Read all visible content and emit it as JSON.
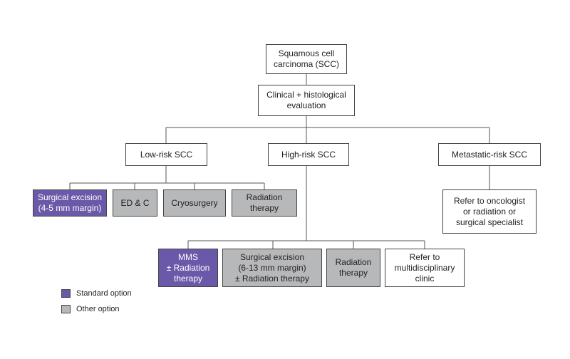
{
  "nodes": {
    "scc": "Squamous cell\ncarcinoma (SCC)",
    "evaluation": "Clinical + histological\nevaluation",
    "low_risk": "Low-risk SCC",
    "high_risk": "High-risk SCC",
    "metastatic_risk": "Metastatic-risk SCC",
    "low_surgical_excision": "Surgical excision\n(4-5 mm margin)",
    "low_edc": "ED & C",
    "low_cryosurgery": "Cryosurgery",
    "low_radiation": "Radiation\ntherapy",
    "high_mms": "MMS\n± Radiation\ntherapy",
    "high_surgical_excision": "Surgical excision\n(6-13 mm margin)\n± Radiation therapy",
    "high_radiation": "Radiation\ntherapy",
    "high_multidisciplinary": "Refer to\nmultidisciplinary\nclinic",
    "metastatic_refer": "Refer to oncologist\nor radiation or\nsurgical specialist"
  },
  "legend": {
    "standard": "Standard option",
    "other": "Other option"
  },
  "colors": {
    "standard": "#6a59a8",
    "other": "#b7b8ba",
    "line": "#555555"
  }
}
